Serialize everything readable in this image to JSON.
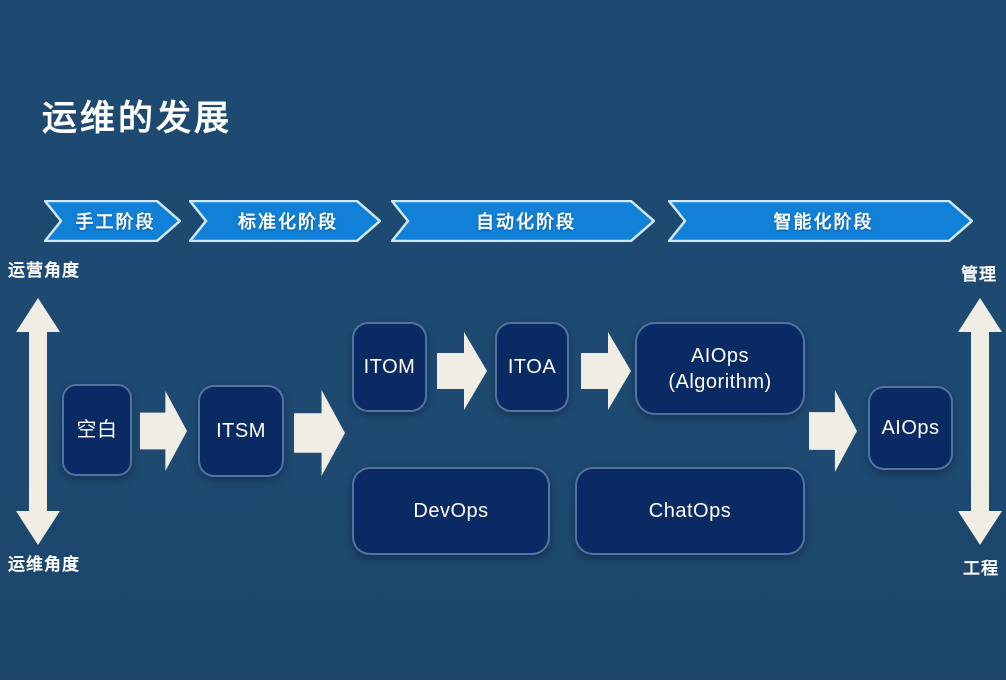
{
  "slide": {
    "title": "运维的发展"
  },
  "phases": [
    {
      "label": "手工阶段"
    },
    {
      "label": "标准化阶段"
    },
    {
      "label": "自动化阶段"
    },
    {
      "label": "智能化阶段"
    }
  ],
  "axis_left": {
    "top": "运营角度",
    "bottom": "运维角度"
  },
  "axis_right": {
    "top": "管理",
    "bottom": "工程"
  },
  "nodes": {
    "blank": {
      "label": "空白"
    },
    "itsm": {
      "label": "ITSM"
    },
    "itom": {
      "label": "ITOM"
    },
    "itoa": {
      "label": "ITOA"
    },
    "aiops_algorithm": {
      "line1": "AIOps",
      "line2": "(Algorithm)"
    },
    "aiops": {
      "label": "AIOps"
    },
    "devops": {
      "label": "DevOps"
    },
    "chatops": {
      "label": "ChatOps"
    }
  },
  "colors": {
    "background": "#1e4a72",
    "phase_fill": "#1181d8",
    "phase_border": "#cfe9fb",
    "node_fill": "#092a63",
    "node_border": "#7fa6cd",
    "arrow_fill": "#f0eee4",
    "text": "#ffffff"
  }
}
